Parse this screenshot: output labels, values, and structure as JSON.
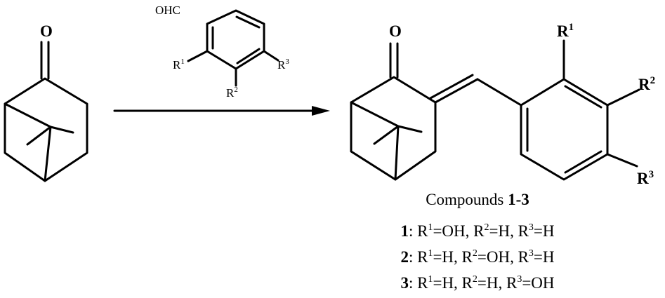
{
  "reactant": {
    "carbonyl_O": "O"
  },
  "reagent": {
    "aldehyde": "OHC",
    "r1": "R",
    "r1_sup": "1",
    "r2": "R",
    "r2_sup": "2",
    "r3": "R",
    "r3_sup": "3"
  },
  "product": {
    "carbonyl_O": "O",
    "r1": "R",
    "r1_sup": "1",
    "r2": "R",
    "r2_sup": "2",
    "r3": "R",
    "r3_sup": "3"
  },
  "legend": {
    "title_text": "Compounds ",
    "title_bold": "1-3",
    "entries": [
      {
        "num": "1",
        "sep": ": R",
        "s1": "1",
        "t1": "=OH, R",
        "s2": "2",
        "t2": "=H, R",
        "s3": "3",
        "t3": "=H"
      },
      {
        "num": "2",
        "sep": ": R",
        "s1": "1",
        "t1": "=H, R",
        "s2": "2",
        "t2": "=OH, R",
        "s3": "3",
        "t3": "=H"
      },
      {
        "num": "3",
        "sep": ": R",
        "s1": "1",
        "t1": "=H, R",
        "s2": "2",
        "t2": "=H, R",
        "s3": "3",
        "t3": "=OH"
      }
    ]
  }
}
